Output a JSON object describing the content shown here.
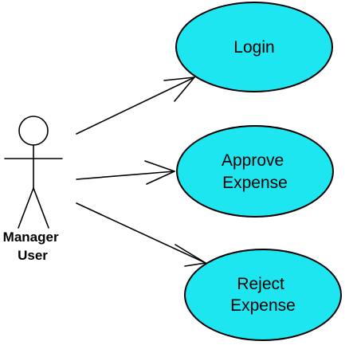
{
  "diagram": {
    "type": "use-case",
    "colors": {
      "usecase_fill": "#1ee6f0",
      "stroke": "#000000",
      "background": "#ffffff"
    },
    "actor": {
      "icon": "stick-figure-icon",
      "label_lines": [
        "Manager",
        "User"
      ]
    },
    "use_cases": [
      {
        "label_lines": [
          "Login"
        ]
      },
      {
        "label_lines": [
          "Approve",
          "Expense"
        ]
      },
      {
        "label_lines": [
          "Reject",
          "Expense"
        ]
      }
    ],
    "associations": [
      {
        "from": "actor",
        "to": "use_cases.0"
      },
      {
        "from": "actor",
        "to": "use_cases.1"
      },
      {
        "from": "actor",
        "to": "use_cases.2"
      }
    ]
  }
}
